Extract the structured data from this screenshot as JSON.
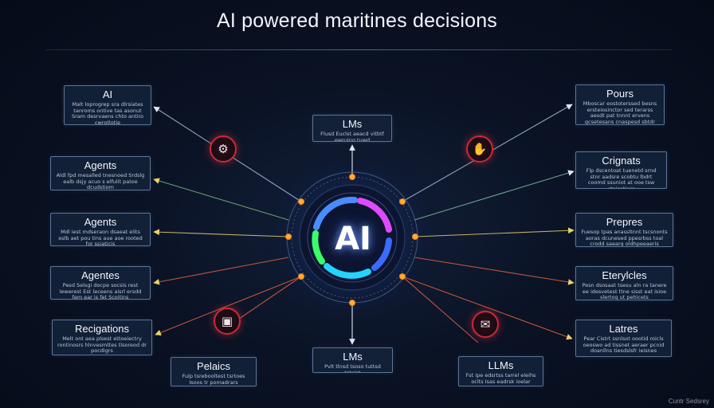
{
  "title": "AI powered maritines decisions",
  "core": {
    "label": "AI"
  },
  "colors": {
    "background": "#0a1224",
    "box_border": "#5d7596",
    "icon_ring": "#c92a3a",
    "node": "#ffb02e"
  },
  "boxes": [
    {
      "title": "AI",
      "body": "Malt loprogrep sra dlrsiates tanroms ontive tas asonut Sram desrvaens chto antiro cwrotlotie"
    },
    {
      "title": "Agents",
      "body": "Aldl fpd mesalled tnesnoed Srdslg ealb dsjy acuo s elfulit patoe dcudstiom"
    },
    {
      "title": "Agents",
      "body": "Mdl iest mdseraon dsaeat elits eslb aet pou tins aue aoe rooted for ssiaticis"
    },
    {
      "title": "Agentes",
      "body": "Pesd Selsgi docpe socsis rest lewerest Est leceens aisrl ersdd fem ear is fet Scoitins"
    },
    {
      "title": "Recigations",
      "body": "Melt ont aea plsest ettoeiectry rontinosrs hlnvesmttes tlsoreod dr pocdigrs"
    },
    {
      "title": "LMs",
      "body": "Flusd Euclst aeacd vitbtf ewruing tuwd"
    },
    {
      "title": "Pelaics",
      "body": "Fulp tsrebooltest tsrtoes Isoos tr pomadrars"
    },
    {
      "title": "LMs",
      "body": "Pvlt tlnsd tsoso tuttsd tstalst"
    },
    {
      "title": "Pours",
      "body": "Mboscar eostoterssed besns ersteiosinctor sed terarss aesdt pat tnnnt ervens gcsetesans cnaspesd sbtdr adn d uhet sieedty"
    },
    {
      "title": "Crignats",
      "body": "Flp dscentoat tuenetd srnd stnr aadsre scobtu lbdrt coomd ssuniot at ooe tsw ctaisatiors"
    },
    {
      "title": "Prepres",
      "body": "Fuesop tpas anassltnnt tscsnonts aoras dcunesed ppesrbss toal crodd saearg oldhpeeaeris"
    },
    {
      "title": "Eterylcles",
      "body": "Pesn dsosaat tsesu aln ra tanere ee idesvetest ttne sisst eat isioe slertog ut pehicets"
    },
    {
      "title": "Latres",
      "body": "Pear Cistrt ssnlsot oootid roicls oeoswo ad tissnet aeraer pcnid doanllns tiesdslsfr ieisnes"
    },
    {
      "title": "LLMs",
      "body": "Fst ipe edsrtss tarrel eleihs oclts Isas eadrsk ioelar"
    }
  ],
  "icons": [
    "robot-chart-icon",
    "device-hand-icon",
    "ship-card-icon",
    "robot-board-icon"
  ],
  "watermark": "Cuntr Sedsrey"
}
